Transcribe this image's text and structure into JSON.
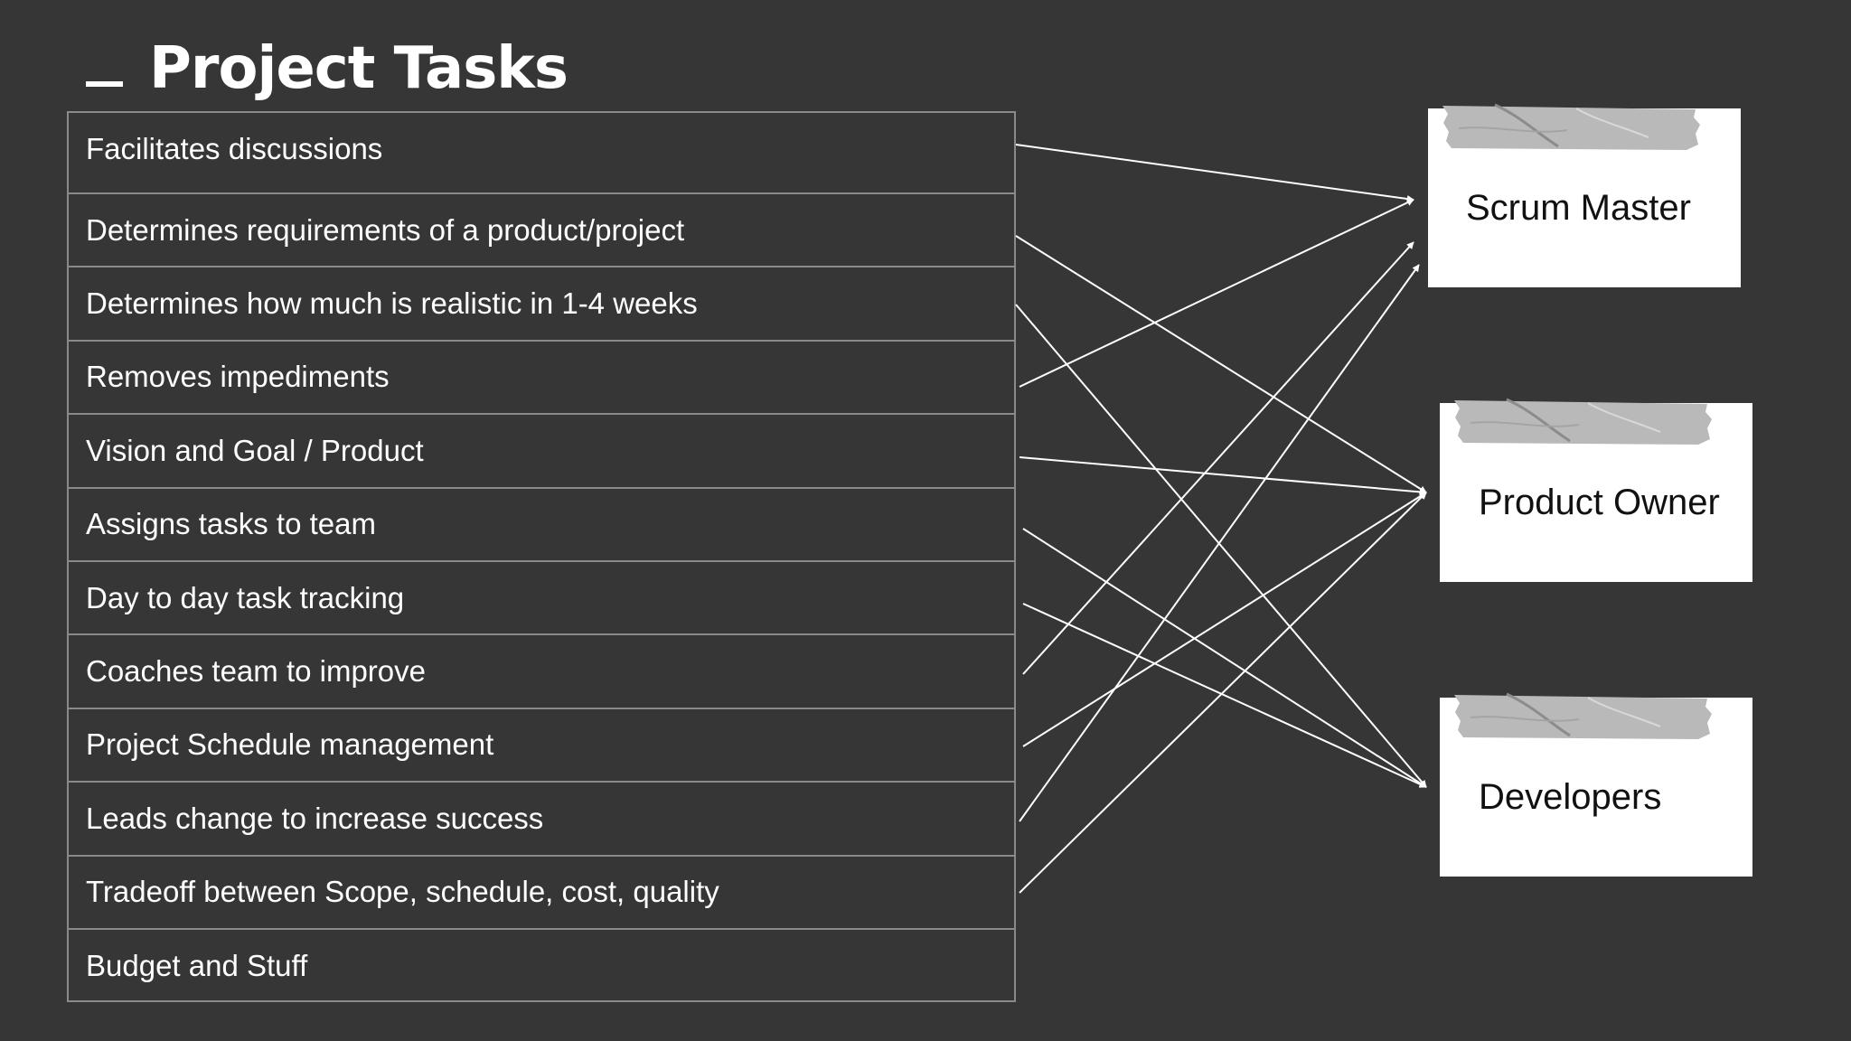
{
  "title": "Project Tasks",
  "tasks": [
    "Facilitates discussions",
    "Determines requirements of a product/project",
    "Determines how much is realistic in 1-4 weeks",
    "Removes impediments",
    "Vision and Goal / Product",
    "Assigns tasks to team",
    "Day to day task tracking",
    "Coaches team to improve",
    "Project Schedule management",
    "Leads change to increase success",
    "Tradeoff between Scope, schedule, cost, quality",
    "Budget and Stuff"
  ],
  "roles": [
    {
      "label": "Scrum Master"
    },
    {
      "label": "Product Owner"
    },
    {
      "label": "Developers"
    }
  ],
  "connections": [
    {
      "task": "Facilitates discussions",
      "role": "Scrum Master"
    },
    {
      "task": "Determines requirements of a product/project",
      "role": "Product Owner"
    },
    {
      "task": "Determines how much is realistic in 1-4 weeks",
      "role": "Developers"
    },
    {
      "task": "Removes impediments",
      "role": "Scrum Master"
    },
    {
      "task": "Vision and Goal / Product",
      "role": "Product Owner"
    },
    {
      "task": "Assigns tasks to team",
      "role": "Developers"
    },
    {
      "task": "Day to day task tracking",
      "role": "Developers"
    },
    {
      "task": "Coaches team to improve",
      "role": "Scrum Master"
    },
    {
      "task": "Project Schedule management",
      "role": "Product Owner"
    },
    {
      "task": "Leads change to increase success",
      "role": "Scrum Master"
    },
    {
      "task": "Tradeoff between Scope, schedule, cost, quality",
      "role": "Product Owner"
    }
  ],
  "colors": {
    "background": "#363636",
    "foreground": "#ffffff",
    "table_border": "#8a8a8a",
    "card": "#ffffff",
    "tape": "#b9b9b9"
  }
}
